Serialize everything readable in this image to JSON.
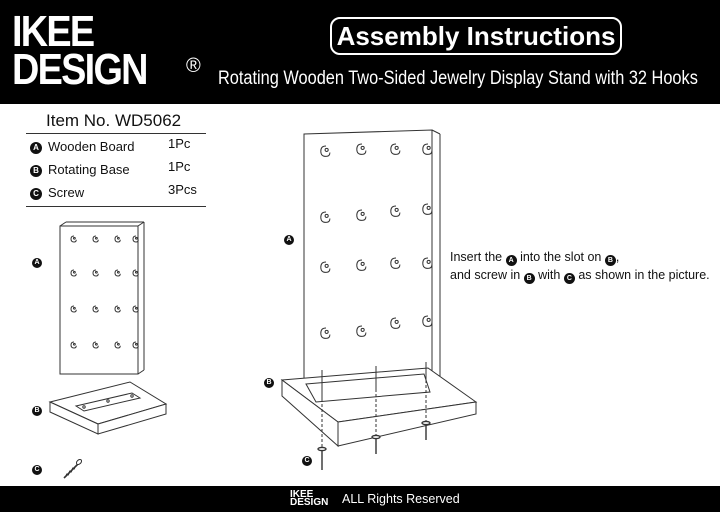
{
  "brand": {
    "logo_line1": "IKEE",
    "logo_line2": "DESIGN",
    "registered": "®"
  },
  "header": {
    "title": "Assembly Instructions",
    "subtitle": "Rotating Wooden Two-Sided Jewelry Display Stand with 32 Hooks"
  },
  "parts_list": {
    "item_no": "Item No. WD5062",
    "rows": [
      {
        "badge": "A",
        "name": "Wooden Board",
        "qty": "1Pc"
      },
      {
        "badge": "B",
        "name": "Rotating Base",
        "qty": "1Pc"
      },
      {
        "badge": "C",
        "name": "Screw",
        "qty": "3Pcs"
      }
    ]
  },
  "illustration_labels": {
    "a": "A",
    "b": "B",
    "c": "C"
  },
  "instructions": {
    "l1_a": "Insert the ",
    "l1_b": "A",
    "l1_c": " into the slot on ",
    "l1_d": "B",
    "l1_e": ",",
    "l2_a": "and screw in ",
    "l2_b": "B",
    "l2_c": " with ",
    "l2_d": "C",
    "l2_e": " as shown in the picture."
  },
  "footer": {
    "logo_line1": "IKEE",
    "logo_line2": "DESIGN",
    "rights": "ALL Rights Reserved"
  },
  "colors": {
    "header_bg": "#000000",
    "footer_bg": "#000000",
    "text": "#111111",
    "line_art": "#333333"
  }
}
